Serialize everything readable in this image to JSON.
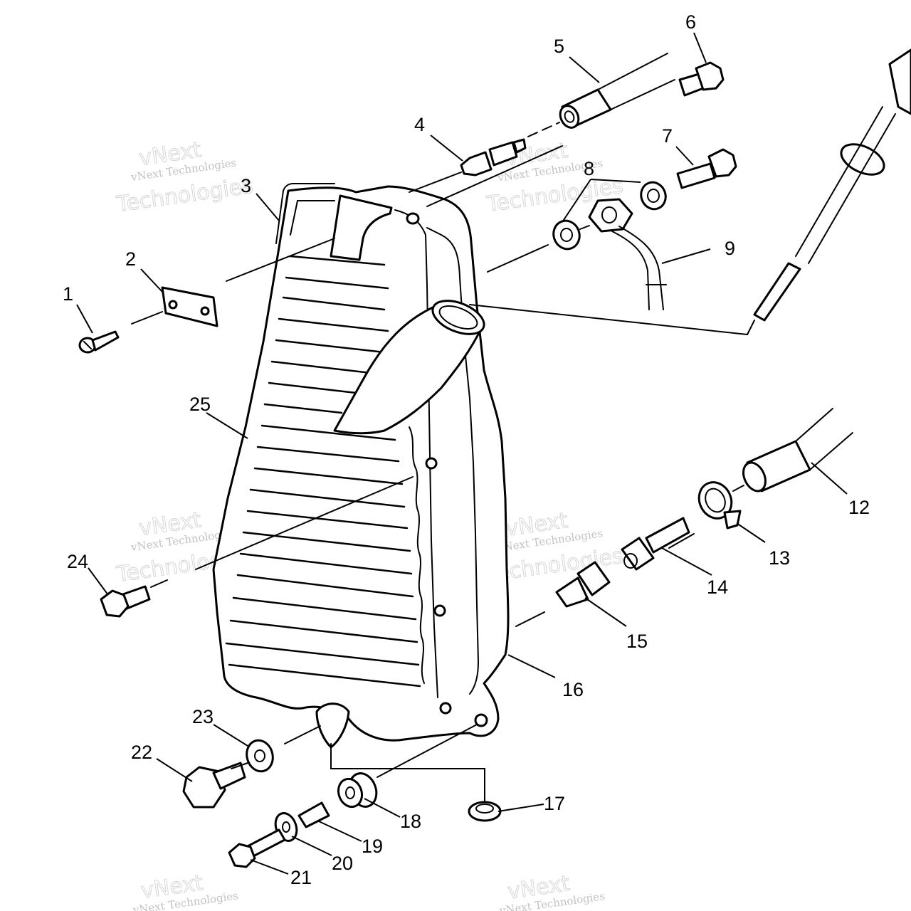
{
  "callouts": [
    {
      "label": "1"
    },
    {
      "label": "2"
    },
    {
      "label": "3"
    },
    {
      "label": "4"
    },
    {
      "label": "5"
    },
    {
      "label": "6"
    },
    {
      "label": "7"
    },
    {
      "label": "8"
    },
    {
      "label": "9"
    },
    {
      "label": "12"
    },
    {
      "label": "13"
    },
    {
      "label": "14"
    },
    {
      "label": "15"
    },
    {
      "label": "16"
    },
    {
      "label": "17"
    },
    {
      "label": "18"
    },
    {
      "label": "19"
    },
    {
      "label": "20"
    },
    {
      "label": "21"
    },
    {
      "label": "22"
    },
    {
      "label": "23"
    },
    {
      "label": "24"
    },
    {
      "label": "25"
    }
  ],
  "watermark": {
    "line1": "vNext Technologies",
    "big1": "vNext",
    "big2": "Technologies"
  },
  "colors": {
    "line": "#000000",
    "background": "#ffffff",
    "watermark": "#b4b4b4"
  }
}
